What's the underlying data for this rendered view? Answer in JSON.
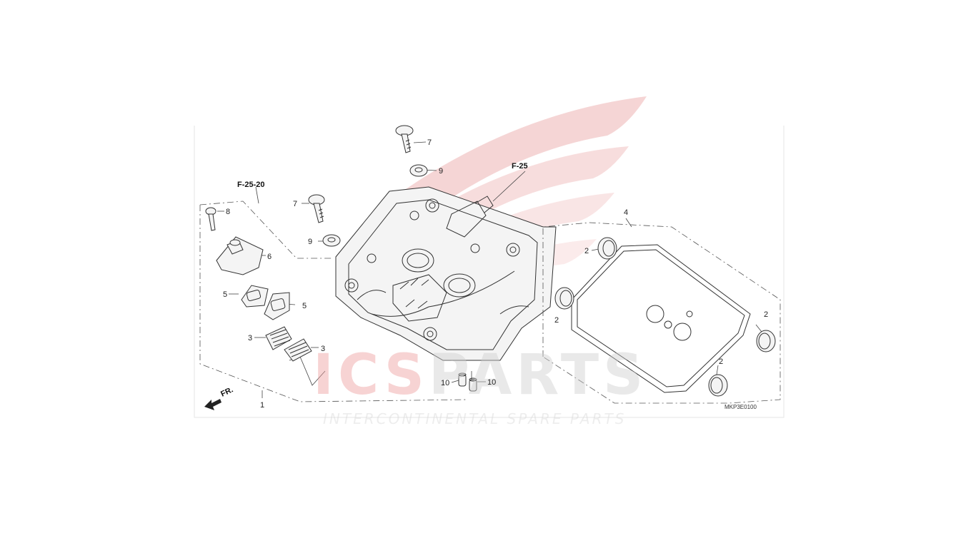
{
  "diagram": {
    "references": {
      "left": "F-25-20",
      "top": "F-25"
    },
    "callouts": {
      "p1": "1",
      "p2a": "2",
      "p2b": "2",
      "p2c": "2",
      "p2d": "2",
      "p3a": "3",
      "p3b": "3",
      "p4": "4",
      "p5a": "5",
      "p5b": "5",
      "p6": "6",
      "p7a": "7",
      "p7b": "7",
      "p8": "8",
      "p9a": "9",
      "p9b": "9",
      "p10a": "10",
      "p10b": "10"
    },
    "direction_label": "FR.",
    "diagram_code": "MKP3E0100"
  },
  "watermark": {
    "brand": {
      "first": "ICS",
      "rest": "PARTS"
    },
    "tagline": "INTERCONTINENTAL SPARE PARTS",
    "colors": {
      "accent": "#e8a6a6",
      "gray": "#d6d6d6"
    }
  }
}
